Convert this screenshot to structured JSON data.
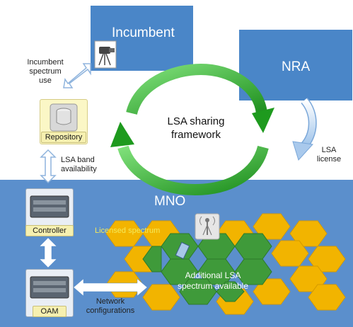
{
  "entities": {
    "incumbent": "Incumbent",
    "nra": "NRA",
    "mno": "MNO"
  },
  "center": {
    "line1": "LSA sharing",
    "line2": "framework"
  },
  "labels": {
    "incumbent_use_1": "Incumbent",
    "incumbent_use_2": "spectrum",
    "incumbent_use_3": "use",
    "lsa_band_1": "LSA band",
    "lsa_band_2": "availability",
    "lsa_license_1": "LSA",
    "lsa_license_2": "license",
    "licensed_spectrum": "Licensed spectrum",
    "additional_1": "Additional LSA",
    "additional_2": "spectrum available",
    "network_1": "Network",
    "network_2": "configurations"
  },
  "devices": {
    "repository": "Repository",
    "controller": "Controller",
    "oam": "OAM"
  },
  "colors": {
    "entity_blue": "#4a86c8",
    "mno_blue": "#5b8fcc",
    "hex_yellow": "#f2b400",
    "hex_green": "#3f9a3a",
    "cycle_green": "#2db52d",
    "licensed_text": "#f4e95a"
  }
}
